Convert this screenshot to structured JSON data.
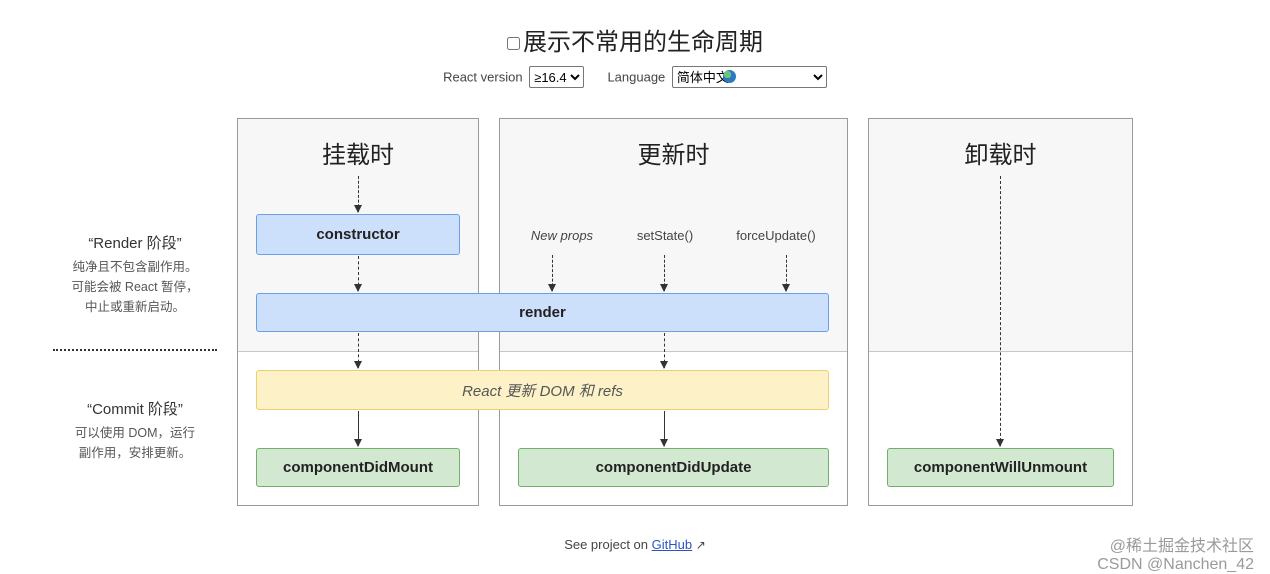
{
  "header": {
    "title": "展示不常用的生命周期",
    "react_version_label": "React version",
    "react_version_value": "≥16.4",
    "language_label": "Language",
    "language_value": "简体中文"
  },
  "phases": {
    "render_title": "“Render 阶段”",
    "render_desc": [
      "纯净且不包含副作用。",
      "可能会被 React 暂停，",
      "中止或重新启动。"
    ],
    "commit_title": "“Commit 阶段”",
    "commit_desc": [
      "可以使用 DOM，运行",
      "副作用，安排更新。"
    ]
  },
  "columns": {
    "mount_title": "挂载时",
    "update_title": "更新时",
    "unmount_title": "卸载时"
  },
  "triggers": {
    "new_props": "New props",
    "set_state": "setState()",
    "force_update": "forceUpdate()"
  },
  "methods": {
    "constructor": "constructor",
    "render": "render",
    "react_updates_dom": "React 更新 DOM 和 refs",
    "component_did_mount": "componentDidMount",
    "component_did_update": "componentDidUpdate",
    "component_will_unmount": "componentWillUnmount"
  },
  "footer": {
    "prefix": "See project on",
    "link": "GitHub",
    "icon": "external-link-icon"
  },
  "watermark": {
    "line1": "@稀土掘金技术社区",
    "line2": "CSDN @Nanchen_42"
  },
  "colors": {
    "blue_fill": "#cce0fb",
    "yellow_fill": "#fdf2c7",
    "green_fill": "#d3e8d1"
  }
}
